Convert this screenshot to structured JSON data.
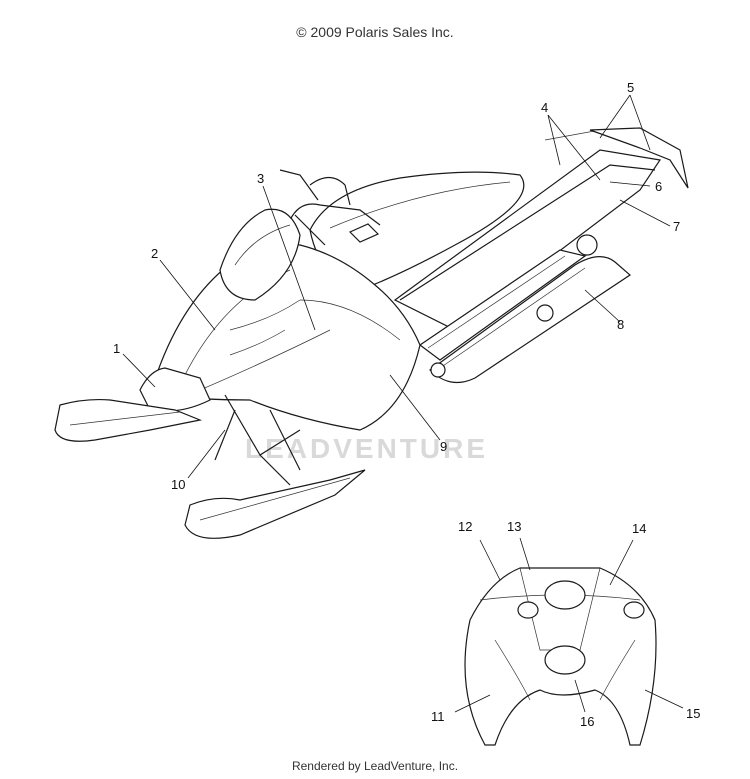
{
  "header": {
    "copyright": "© 2009 Polaris Sales Inc."
  },
  "footer": {
    "rendered_by": "Rendered by LeadVenture, Inc."
  },
  "watermark": {
    "text": "LEADVENTURE"
  },
  "callouts": [
    "1",
    "2",
    "3",
    "4",
    "5",
    "6",
    "7",
    "8",
    "9",
    "10",
    "11",
    "12",
    "13",
    "14",
    "15",
    "16"
  ]
}
